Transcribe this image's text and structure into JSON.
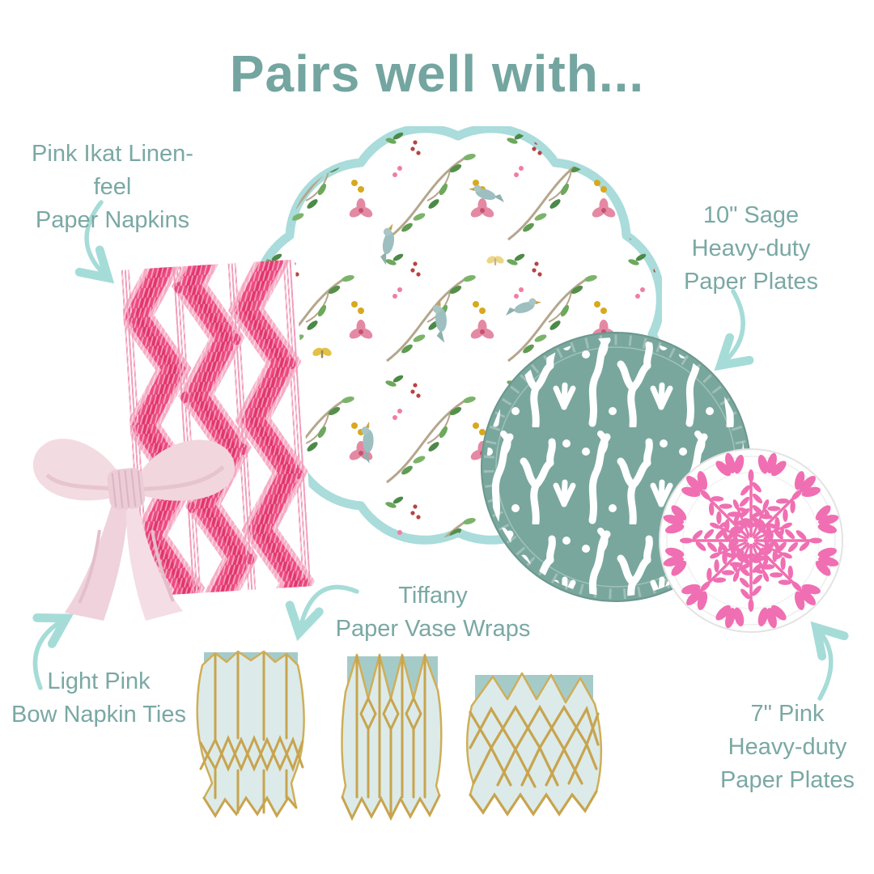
{
  "title": "Pairs well with...",
  "labels": {
    "napkins": {
      "lines": [
        "Pink Ikat Linen-feel",
        "Paper Napkins"
      ]
    },
    "sage_plates": {
      "lines": [
        "10\" Sage",
        "Heavy-duty",
        "Paper Plates"
      ]
    },
    "vase_wraps": {
      "lines": [
        "Tiffany",
        "Paper Vase Wraps"
      ]
    },
    "bow_ties": {
      "lines": [
        "Light Pink",
        "Bow Napkin Ties"
      ]
    },
    "pink_plates": {
      "lines": [
        "7\" Pink",
        "Heavy-duty",
        "Paper Plates"
      ]
    }
  },
  "colors": {
    "title_text": "#74a5a0",
    "label_text": "#7aa8a4",
    "arrow": "#a6dcd8",
    "placemat_border": "#a9dcdb",
    "sage_plate": "#79a79d",
    "pink_plate_pattern": "#f06fb2",
    "ikat_pink": "#ec4a80",
    "bow_pink": "#f2d8e0",
    "vase_blue": "#dcebe9",
    "vase_gold": "#c8a44f"
  }
}
